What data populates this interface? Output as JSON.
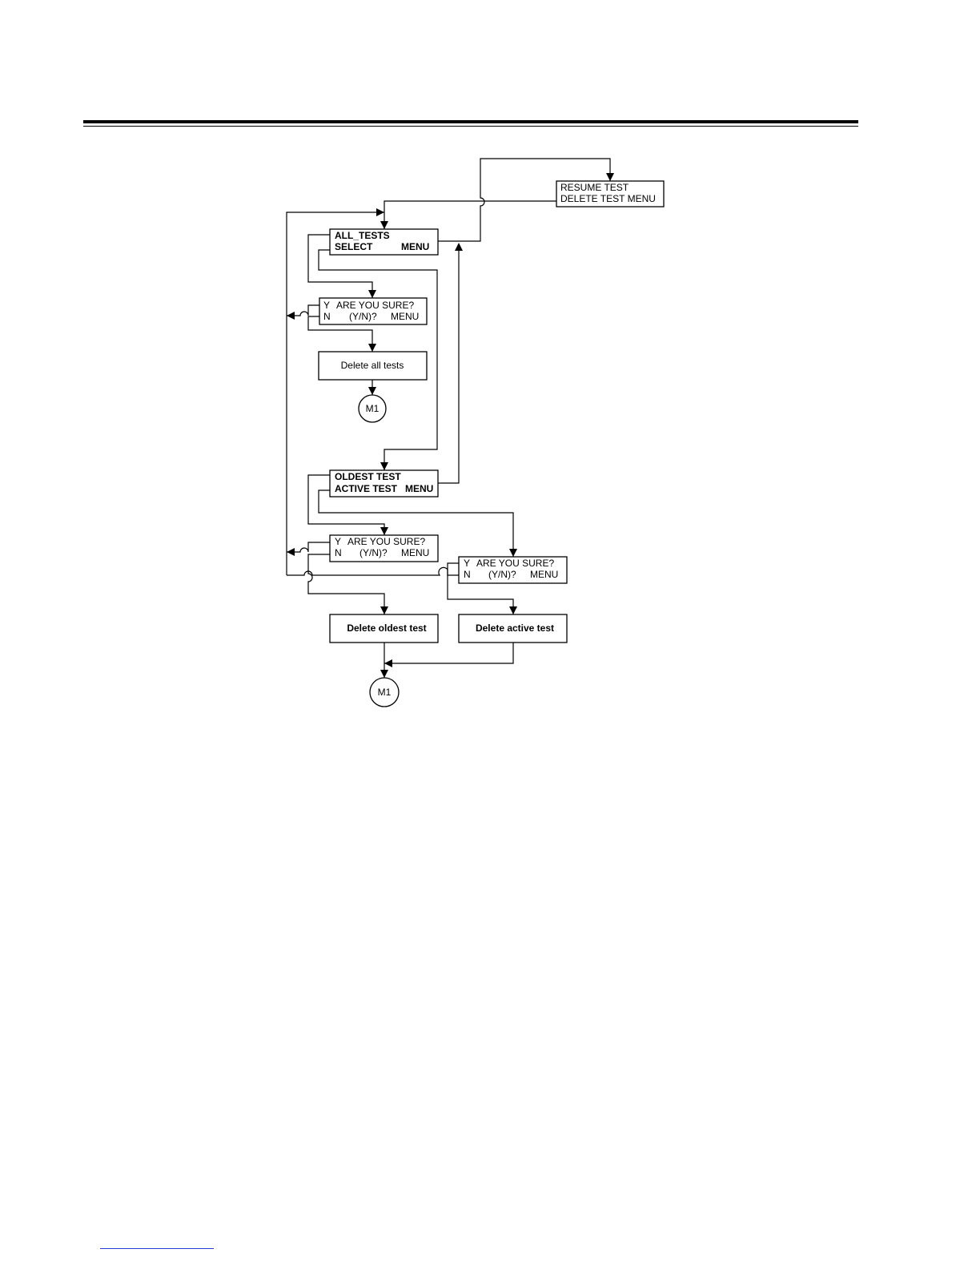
{
  "boxes": {
    "resume": {
      "line1": "RESUME TEST",
      "line2": "DELETE TEST  MENU"
    },
    "all_tests": {
      "line1": "ALL_TESTS",
      "line2a": "SELECT",
      "line2b": "MENU"
    },
    "confirm1": {
      "line1a": "Y",
      "line1b": "ARE YOU SURE?",
      "line2a": "N",
      "line2b": "(Y/N)?",
      "line2c": "MENU"
    },
    "delete_all": {
      "label": "Delete all  tests"
    },
    "oldest": {
      "line1": "OLDEST TEST",
      "line2a": "ACTIVE TEST",
      "line2b": "MENU"
    },
    "confirm2": {
      "line1a": "Y",
      "line1b": "ARE YOU SURE?",
      "line2a": "N",
      "line2b": "(Y/N)?",
      "line2c": "MENU"
    },
    "confirm3": {
      "line1a": "Y",
      "line1b": "ARE YOU SURE?",
      "line2a": "N",
      "line2b": "(Y/N)?",
      "line2c": "MENU"
    },
    "delete_oldest": {
      "label": "Delete oldest test"
    },
    "delete_active": {
      "label": "Delete active test"
    }
  },
  "connectors": {
    "m1_top": "M1",
    "m1_bottom": "M1"
  }
}
